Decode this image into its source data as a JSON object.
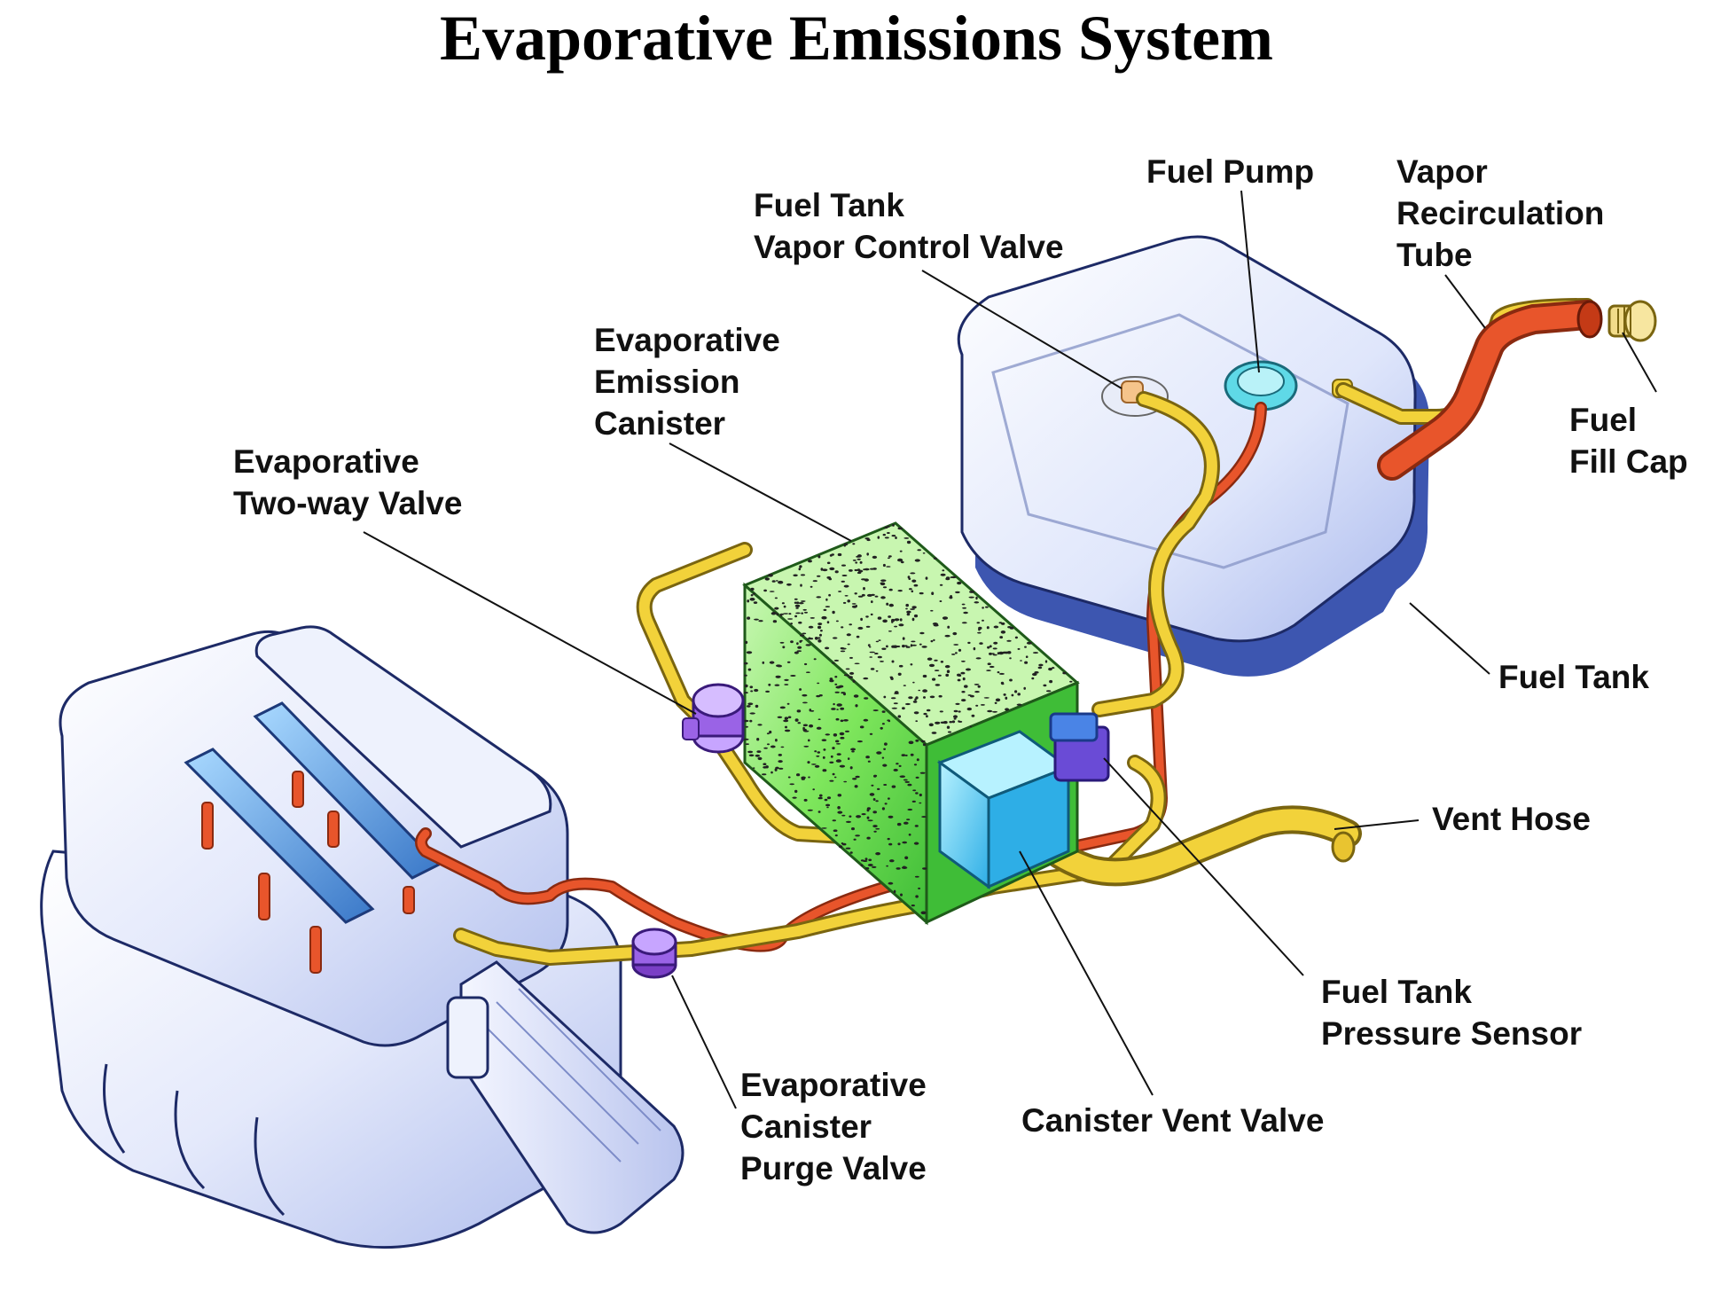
{
  "title": "Evaporative Emissions System",
  "colors": {
    "vapor_line": "#f2d23a",
    "fuel_line": "#e8552b",
    "canister": "#63e04f",
    "tank": "#dfe6fb",
    "tank_edge": "#3d56b0",
    "engine": "#e4e9fb",
    "valve": "#9a63e6",
    "vent_valve": "#38c8ef",
    "pressure_sensor": "#4a84e6"
  },
  "labels": {
    "fuel_pump": [
      "Fuel Pump"
    ],
    "vapor_recirc": [
      "Vapor",
      "Recirculation",
      "Tube"
    ],
    "vapor_control": [
      "Fuel Tank",
      "Vapor Control Valve"
    ],
    "canister": [
      "Evaporative",
      "Emission",
      "Canister"
    ],
    "two_way": [
      "Evaporative",
      "Two-way Valve"
    ],
    "fill_cap": [
      "Fuel",
      "Fill Cap"
    ],
    "fuel_tank": [
      "Fuel Tank"
    ],
    "vent_hose": [
      "Vent Hose"
    ],
    "pressure_sensor": [
      "Fuel Tank",
      "Pressure Sensor"
    ],
    "purge_valve": [
      "Evaporative",
      "Canister",
      "Purge Valve"
    ],
    "vent_valve": [
      "Canister Vent Valve"
    ]
  }
}
